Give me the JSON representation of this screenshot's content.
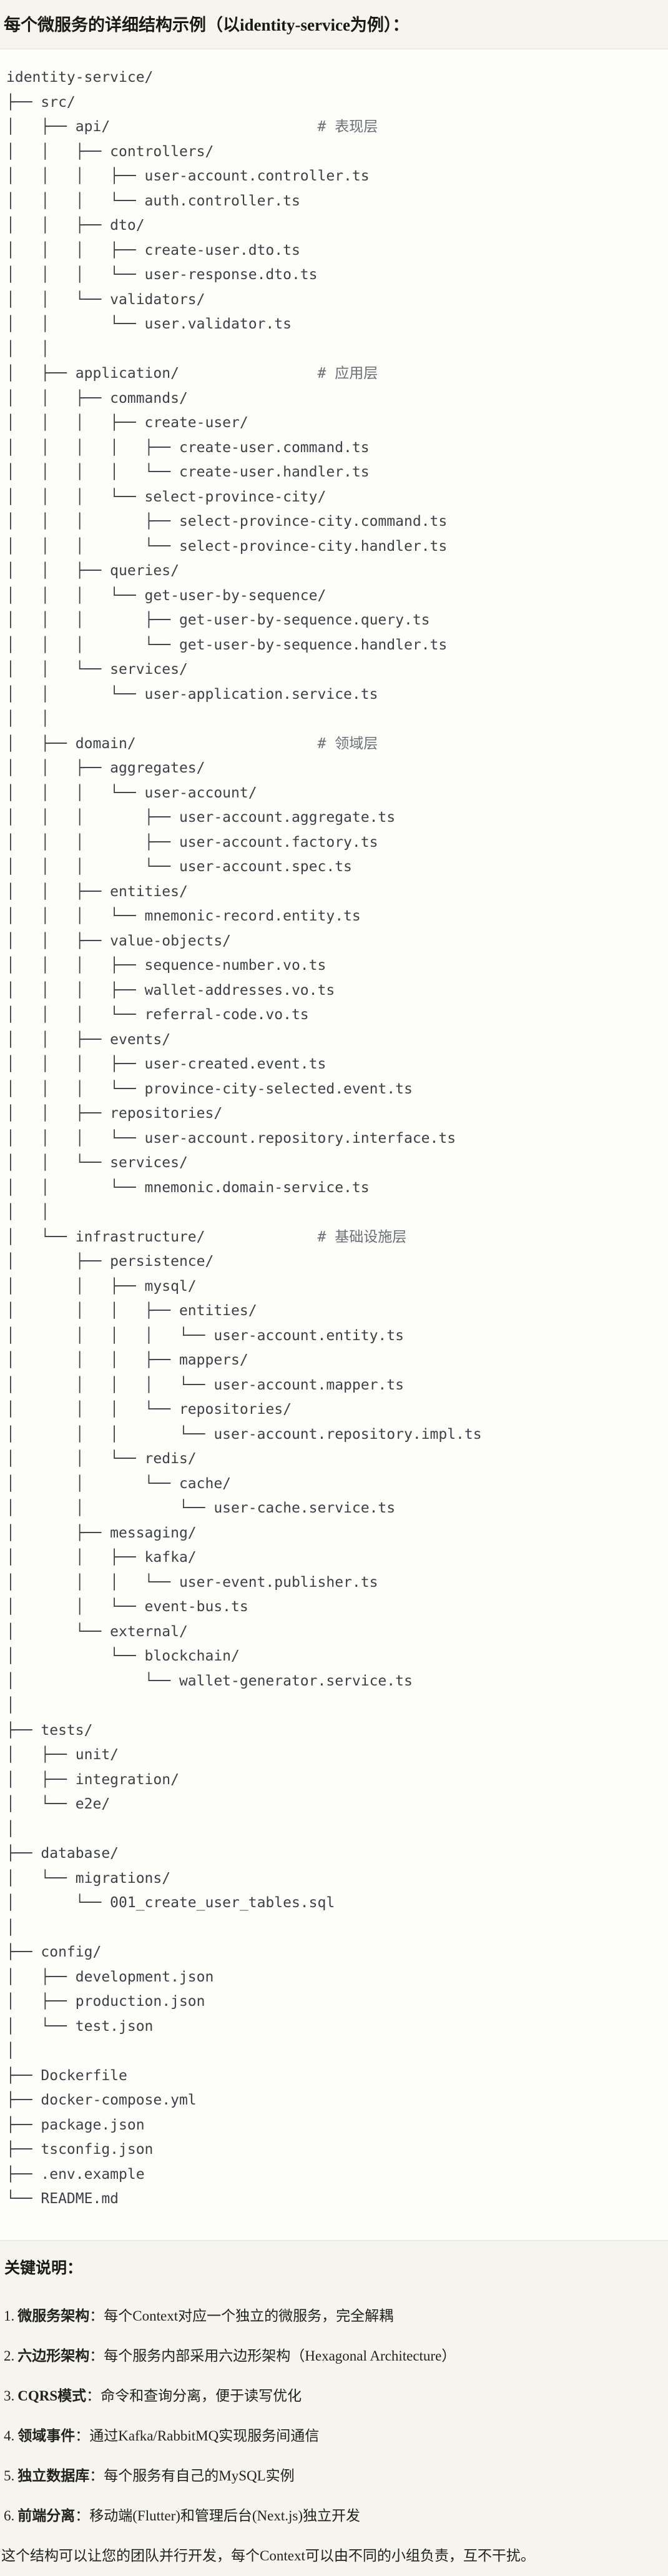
{
  "title": "每个微服务的详细结构示例（以identity-service为例）：",
  "tree": {
    "lines": [
      "identity-service/",
      "├── src/",
      "│   ├── api/                        # 表现层",
      "│   │   ├── controllers/",
      "│   │   │   ├── user-account.controller.ts",
      "│   │   │   └── auth.controller.ts",
      "│   │   ├── dto/",
      "│   │   │   ├── create-user.dto.ts",
      "│   │   │   └── user-response.dto.ts",
      "│   │   └── validators/",
      "│   │       └── user.validator.ts",
      "│   │",
      "│   ├── application/                # 应用层",
      "│   │   ├── commands/",
      "│   │   │   ├── create-user/",
      "│   │   │   │   ├── create-user.command.ts",
      "│   │   │   │   └── create-user.handler.ts",
      "│   │   │   └── select-province-city/",
      "│   │   │       ├── select-province-city.command.ts",
      "│   │   │       └── select-province-city.handler.ts",
      "│   │   ├── queries/",
      "│   │   │   └── get-user-by-sequence/",
      "│   │   │       ├── get-user-by-sequence.query.ts",
      "│   │   │       └── get-user-by-sequence.handler.ts",
      "│   │   └── services/",
      "│   │       └── user-application.service.ts",
      "│   │",
      "│   ├── domain/                     # 领域层",
      "│   │   ├── aggregates/",
      "│   │   │   └── user-account/",
      "│   │   │       ├── user-account.aggregate.ts",
      "│   │   │       ├── user-account.factory.ts",
      "│   │   │       └── user-account.spec.ts",
      "│   │   ├── entities/",
      "│   │   │   └── mnemonic-record.entity.ts",
      "│   │   ├── value-objects/",
      "│   │   │   ├── sequence-number.vo.ts",
      "│   │   │   ├── wallet-addresses.vo.ts",
      "│   │   │   └── referral-code.vo.ts",
      "│   │   ├── events/",
      "│   │   │   ├── user-created.event.ts",
      "│   │   │   └── province-city-selected.event.ts",
      "│   │   ├── repositories/",
      "│   │   │   └── user-account.repository.interface.ts",
      "│   │   └── services/",
      "│   │       └── mnemonic.domain-service.ts",
      "│   │",
      "│   └── infrastructure/             # 基础设施层",
      "│       ├── persistence/",
      "│       │   ├── mysql/",
      "│       │   │   ├── entities/",
      "│       │   │   │   └── user-account.entity.ts",
      "│       │   │   ├── mappers/",
      "│       │   │   │   └── user-account.mapper.ts",
      "│       │   │   └── repositories/",
      "│       │   │       └── user-account.repository.impl.ts",
      "│       │   └── redis/",
      "│       │       └── cache/",
      "│       │           └── user-cache.service.ts",
      "│       ├── messaging/",
      "│       │   ├── kafka/",
      "│       │   │   └── user-event.publisher.ts",
      "│       │   └── event-bus.ts",
      "│       └── external/",
      "│           └── blockchain/",
      "│               └── wallet-generator.service.ts",
      "│",
      "├── tests/",
      "│   ├── unit/",
      "│   ├── integration/",
      "│   └── e2e/",
      "│",
      "├── database/",
      "│   └── migrations/",
      "│       └── 001_create_user_tables.sql",
      "│",
      "├── config/",
      "│   ├── development.json",
      "│   ├── production.json",
      "│   └── test.json",
      "│",
      "├── Dockerfile",
      "├── docker-compose.yml",
      "├── package.json",
      "├── tsconfig.json",
      "├── .env.example",
      "└── README.md"
    ]
  },
  "notes_heading": "关键说明：",
  "notes_separator": "：",
  "notes": [
    {
      "num": "1.",
      "label": "微服务架构",
      "text": "每个Context对应一个独立的微服务，完全解耦"
    },
    {
      "num": "2.",
      "label": "六边形架构",
      "text": "每个服务内部采用六边形架构（Hexagonal Architecture）"
    },
    {
      "num": "3.",
      "label": "CQRS模式",
      "text": "命令和查询分离，便于读写优化"
    },
    {
      "num": "4.",
      "label": "领域事件",
      "text": "通过Kafka/RabbitMQ实现服务间通信"
    },
    {
      "num": "5.",
      "label": "独立数据库",
      "text": "每个服务有自己的MySQL实例"
    },
    {
      "num": "6.",
      "label": "前端分离",
      "text": "移动端(Flutter)和管理后台(Next.js)独立开发"
    }
  ],
  "closing": "这个结构可以让您的团队并行开发，每个Context可以由不同的小组负责，互不干扰。",
  "colors": {
    "page_background": "#f6f4ee",
    "code_background": "#fdfdfa",
    "divider": "#e3e0d8",
    "tree_text": "#3c4147",
    "comment_text": "#6a7076",
    "heading_text": "#191916"
  }
}
